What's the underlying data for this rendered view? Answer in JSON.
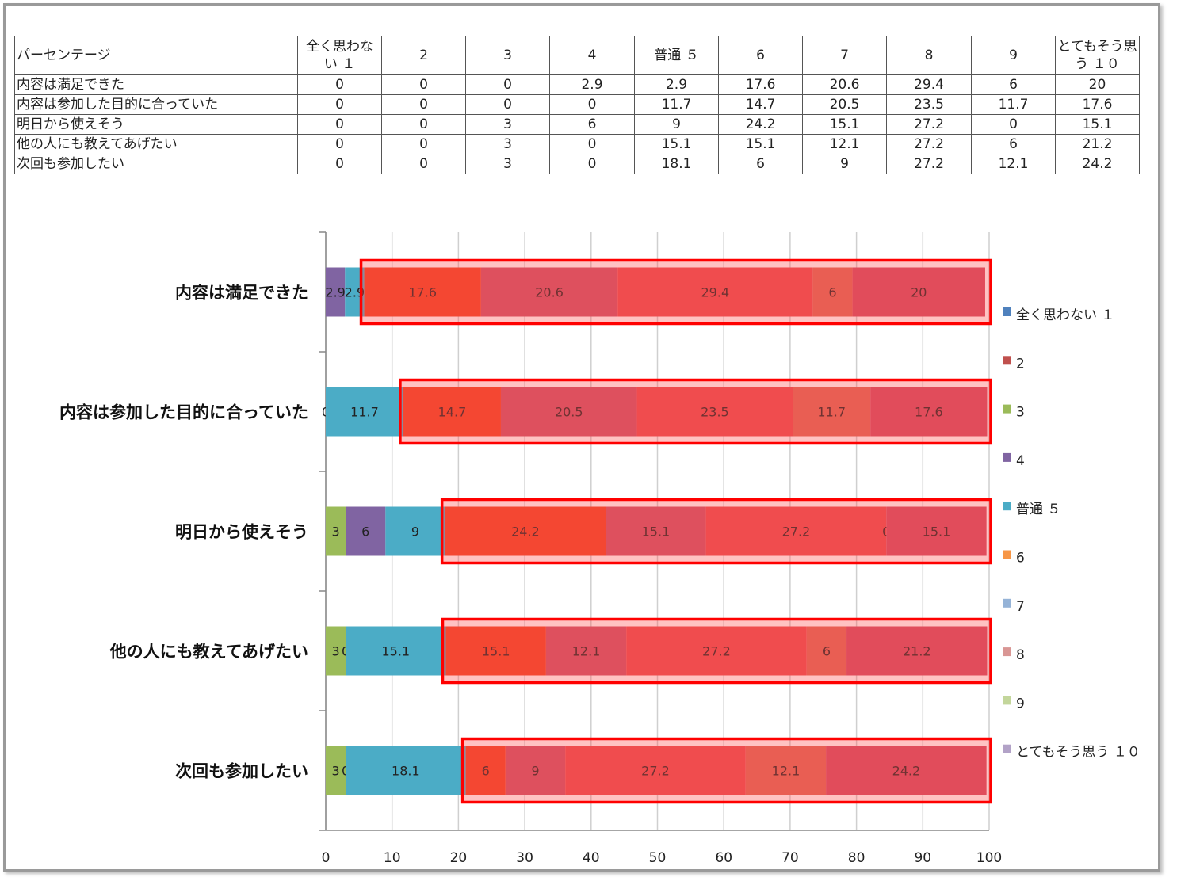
{
  "table": {
    "corner": "パーセンテージ",
    "headers": [
      "全く思わない １",
      "2",
      "3",
      "4",
      "普通 ５",
      "6",
      "7",
      "8",
      "9",
      "とてもそう思う １０"
    ],
    "rows": [
      {
        "label": "内容は満足できた",
        "values": [
          "0",
          "0",
          "0",
          "2.9",
          "2.9",
          "17.6",
          "20.6",
          "29.4",
          "6",
          "20"
        ]
      },
      {
        "label": "内容は参加した目的に合っていた",
        "values": [
          "0",
          "0",
          "0",
          "0",
          "11.7",
          "14.7",
          "20.5",
          "23.5",
          "11.7",
          "17.6"
        ]
      },
      {
        "label": "明日から使えそう",
        "values": [
          "0",
          "0",
          "3",
          "6",
          "9",
          "24.2",
          "15.1",
          "27.2",
          "0",
          "15.1"
        ]
      },
      {
        "label": "他の人にも教えてあげたい",
        "values": [
          "0",
          "0",
          "3",
          "0",
          "15.1",
          "15.1",
          "12.1",
          "27.2",
          "6",
          "21.2"
        ]
      },
      {
        "label": "次回も参加したい",
        "values": [
          "0",
          "0",
          "3",
          "0",
          "18.1",
          "6",
          "9",
          "27.2",
          "12.1",
          "24.2"
        ]
      }
    ]
  },
  "chart_data": {
    "type": "bar",
    "orientation": "horizontal",
    "stacked": true,
    "categories": [
      "内容は満足できた",
      "内容は参加した目的に合っていた",
      "明日から使えそう",
      "他の人にも教えてあげたい",
      "次回も参加したい"
    ],
    "series": [
      {
        "name": "全く思わない １",
        "color": "#4f81bd",
        "values": [
          0,
          0,
          0,
          0,
          0
        ]
      },
      {
        "name": "2",
        "color": "#c0504d",
        "values": [
          0,
          0,
          0,
          0,
          0
        ]
      },
      {
        "name": "3",
        "color": "#9bbb59",
        "values": [
          0,
          0,
          3,
          3,
          3
        ]
      },
      {
        "name": "4",
        "color": "#8064a2",
        "values": [
          2.9,
          0,
          6,
          0,
          0
        ]
      },
      {
        "name": "普通 ５",
        "color": "#4bacc6",
        "values": [
          2.9,
          11.7,
          9,
          15.1,
          18.1
        ]
      },
      {
        "name": "6",
        "color": "#f79646",
        "values": [
          17.6,
          14.7,
          24.2,
          15.1,
          6
        ]
      },
      {
        "name": "7",
        "color": "#95b3d7",
        "values": [
          20.6,
          20.5,
          15.1,
          12.1,
          9
        ]
      },
      {
        "name": "8",
        "color": "#d99694",
        "values": [
          29.4,
          23.5,
          27.2,
          27.2,
          27.2
        ]
      },
      {
        "name": "9",
        "color": "#c3d69b",
        "values": [
          6,
          11.7,
          0,
          6,
          12.1
        ]
      },
      {
        "name": "とてもそう思う １０",
        "color": "#b2a2c7",
        "values": [
          20,
          17.6,
          15.1,
          21.2,
          24.2
        ]
      }
    ],
    "overlay_colors": [
      "#ee4222",
      "#cc5066",
      "#e84a4e",
      "#dd6655",
      "#d24a62"
    ],
    "highlight_color": "#ff0000",
    "xlim": [
      0,
      100
    ],
    "xticks": [
      0,
      10,
      20,
      30,
      40,
      50,
      60,
      70,
      80,
      90,
      100
    ],
    "grid": true,
    "legend": "right"
  }
}
